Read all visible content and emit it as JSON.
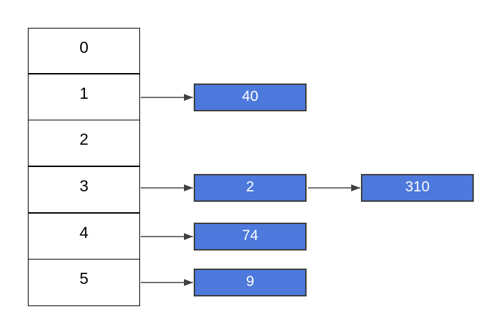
{
  "diagram": {
    "kind": "hash-table-separate-chaining",
    "array": {
      "cells": [
        {
          "label": "0"
        },
        {
          "label": "1"
        },
        {
          "label": "2"
        },
        {
          "label": "3"
        },
        {
          "label": "4"
        },
        {
          "label": "5"
        }
      ]
    },
    "nodes": [
      {
        "id": "node-40",
        "value": "40",
        "bucket": "1"
      },
      {
        "id": "node-2",
        "value": "2",
        "bucket": "3"
      },
      {
        "id": "node-310",
        "value": "310",
        "bucket": "3"
      },
      {
        "id": "node-74",
        "value": "74",
        "bucket": "4"
      },
      {
        "id": "node-9",
        "value": "9",
        "bucket": "5"
      }
    ],
    "edges": [
      {
        "from": "bucket-1",
        "to": "node-40"
      },
      {
        "from": "bucket-3",
        "to": "node-2"
      },
      {
        "from": "node-2",
        "to": "node-310"
      },
      {
        "from": "bucket-4",
        "to": "node-74"
      },
      {
        "from": "bucket-5",
        "to": "node-9"
      }
    ],
    "colors": {
      "background": "#ffffff",
      "array_border": "#000000",
      "cell_text": "#000000",
      "node_fill": "#4d79dd",
      "node_border": "#3d3d3d",
      "node_text": "#ffffff",
      "arrow": "#404040"
    }
  }
}
